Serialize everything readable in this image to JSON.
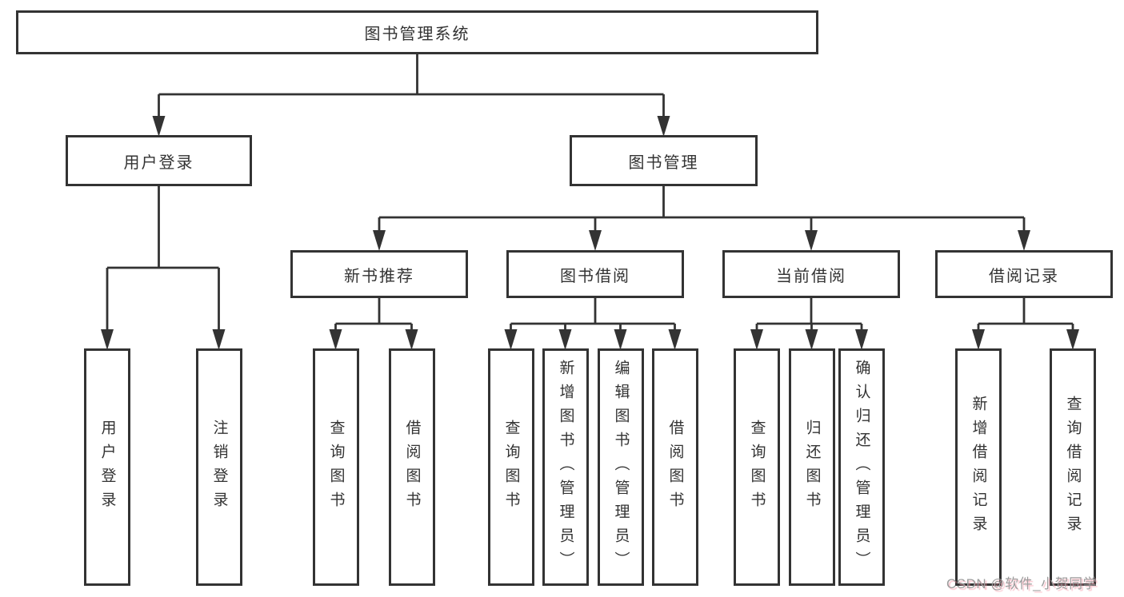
{
  "tree": {
    "root": {
      "label": "图书管理系统"
    },
    "children": [
      {
        "label": "用户登录",
        "children": [
          {
            "label": "用户登录"
          },
          {
            "label": "注销登录"
          }
        ]
      },
      {
        "label": "图书管理",
        "children": [
          {
            "label": "新书推荐",
            "children": [
              {
                "label": "查询图书"
              },
              {
                "label": "借阅图书"
              }
            ]
          },
          {
            "label": "图书借阅",
            "children": [
              {
                "label": "查询图书"
              },
              {
                "label": "新增图书（管理员）"
              },
              {
                "label": "编辑图书（管理员）"
              },
              {
                "label": "借阅图书"
              }
            ]
          },
          {
            "label": "当前借阅",
            "children": [
              {
                "label": "查询图书"
              },
              {
                "label": "归还图书"
              },
              {
                "label": "确认归还（管理员）"
              }
            ]
          },
          {
            "label": "借阅记录",
            "children": [
              {
                "label": "新增借阅记录"
              },
              {
                "label": "查询借阅记录"
              }
            ]
          }
        ]
      }
    ]
  },
  "watermark": {
    "text": "CSDN @软件_小贺同学"
  },
  "colors": {
    "line": "#333333",
    "box_border": "#333333",
    "box_fill": "#ffffff",
    "text": "#333333",
    "watermark_text": "#9c9c9c",
    "watermark_glow": "#f78fa0"
  }
}
